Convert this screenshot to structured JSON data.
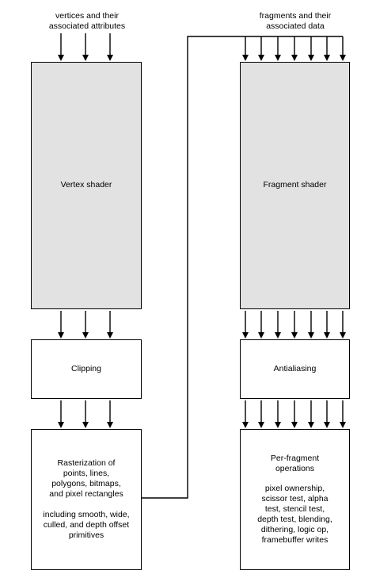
{
  "inputs": {
    "vertices_caption": [
      "vertices and their",
      "associated attributes"
    ],
    "fragments_caption": [
      "fragments and their",
      "associated data"
    ]
  },
  "stages": {
    "vertex_shader": "Vertex shader",
    "clipping": "Clipping",
    "rasterization": {
      "lines": [
        "Rasterization of",
        "points, lines,",
        "polygons, bitmaps,",
        "and pixel rectangles"
      ],
      "detail": [
        "including smooth, wide,",
        "culled, and depth offset",
        "primitives"
      ]
    },
    "fragment_shader": "Fragment shader",
    "antialiasing": "Antialiasing",
    "per_fragment": {
      "lines": [
        "Per-fragment",
        "operations"
      ],
      "detail": [
        "pixel ownership,",
        "scissor test, alpha",
        "test, stencil test,",
        "depth test, blending,",
        "dithering, logic op,",
        "framebuffer writes"
      ]
    }
  },
  "colors": {
    "shader_fill": "#e2e2e2",
    "stroke": "#000000"
  }
}
